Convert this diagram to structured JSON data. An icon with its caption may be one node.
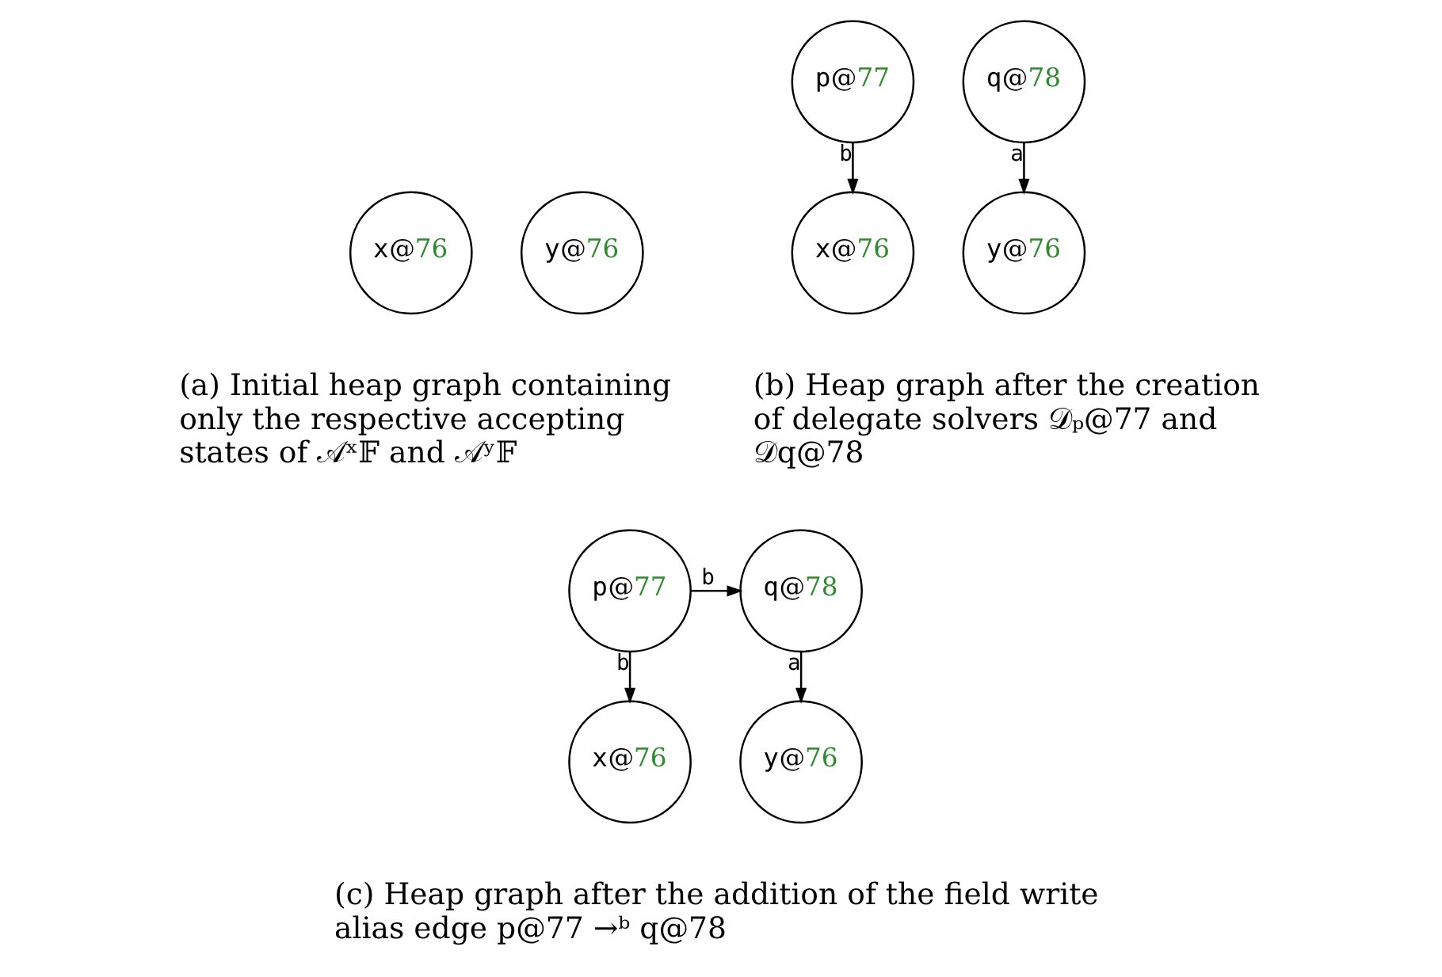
{
  "diagram": {
    "nodes": [
      {
        "text": [
          "x@76"
        ]
      },
      {
        "text": [
          "y@76"
        ]
      },
      {
        "text": [
          "p@77"
        ]
      },
      {
        "text": [
          "q@78"
        ]
      },
      {
        "text": [
          "x@76"
        ]
      },
      {
        "text": [
          "y@76"
        ]
      },
      {
        "text": [
          "p@77"
        ]
      },
      {
        "text": [
          "q@78"
        ]
      },
      {
        "text": [
          "x@76"
        ]
      },
      {
        "text": [
          "y@76"
        ]
      }
    ],
    "edges": [
      {
        "from": 2,
        "to": 4,
        "arrow": "to",
        "label": "b"
      },
      {
        "from": 3,
        "to": 5,
        "arrow": "to",
        "label": "a"
      },
      {
        "from": 6,
        "to": 7,
        "arrow": "to",
        "label": "b"
      },
      {
        "from": 6,
        "to": 8,
        "arrow": "to",
        "label": "b"
      },
      {
        "from": 7,
        "to": 9,
        "arrow": "to",
        "label": "a"
      }
    ],
    "labels": [
      "(a) Initial heap graph containing only the respective accepting states of 𝒜ˣ𝔽 and 𝒜ʸ𝔽",
      "(b) Heap graph after the creation of delegate solvers 𝒟ₚ@77 and 𝒟q@78",
      "(c) Heap graph after the addition of the field write alias edge p@77 →ᵇ q@78"
    ]
  }
}
